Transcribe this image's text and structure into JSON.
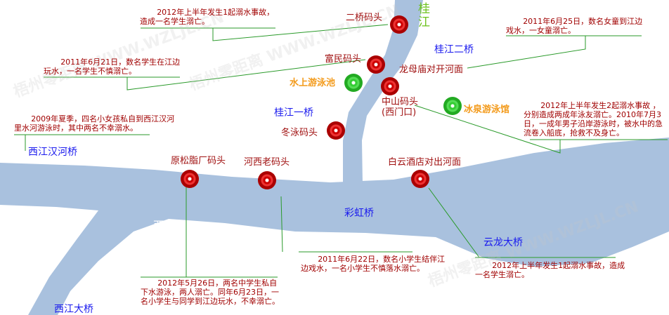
{
  "watermark": "梧州零距离 WWW.WZLJL.CN",
  "rivers": {
    "guijiang": "桂江",
    "xijiang": "西江"
  },
  "bridges": {
    "guijiang_2": "桂江二桥",
    "guijiang_1": "桂江一桥",
    "xijiang_han": "西江汉河桥",
    "caihong": "彩虹桥",
    "yunlong": "云龙大桥",
    "xijiang_da": "西江大桥"
  },
  "pools": {
    "shuishang": "水上游泳池",
    "bingquan": "冰泉游泳馆"
  },
  "spots": {
    "erqiao": "二桥码头",
    "fumin": "富民码头",
    "longmu": "龙母庙对开河面",
    "zhongshan": "中山码头",
    "zhongshan_sub": "(西门口)",
    "dongyong": "冬泳码头",
    "yuansongzhi": "原松脂厂码头",
    "hexi": "河西老码头",
    "baiyun": "白云酒店对出河面"
  },
  "notes": {
    "erqiao": "2012年上半年发生1起溺水事故，造成一名学生溺亡。",
    "fumin": "2011年6月21日，数名学生在江边玩水，一名学生不慎溺亡。",
    "hanhe": "2009年夏季，四名小女孩私自到西江汉河里水河游泳时，其中两名不幸溺水。",
    "longmu": "2011年6月25日，数名女童到江边戏水，一女童溺亡。",
    "zhongshan": "2012年上半年发生2起溺水事故 ，分别造成两成年泳友溺亡。2010年7月3日，一成年男子沿岸游泳时，被水中的急流卷入船底，抢救不及身亡。",
    "yuansongzhi": "2012年5月26日，两名中学生私自下水游泳，两人溺亡。同年6月23日，一名小学生与同学到江边玩水，不幸溺亡。",
    "hexi": "2011年6月22日，数名小学生结伴江边戏水，一名小学生不慎落水溺亡。",
    "baiyun": "2012年上半年发生1起溺水事故，造成一名学生溺亡。"
  },
  "colors": {
    "river": "#a9c1de",
    "danger": "#cc0000",
    "pool": "#33bb33",
    "line": "#2a9a2a"
  }
}
